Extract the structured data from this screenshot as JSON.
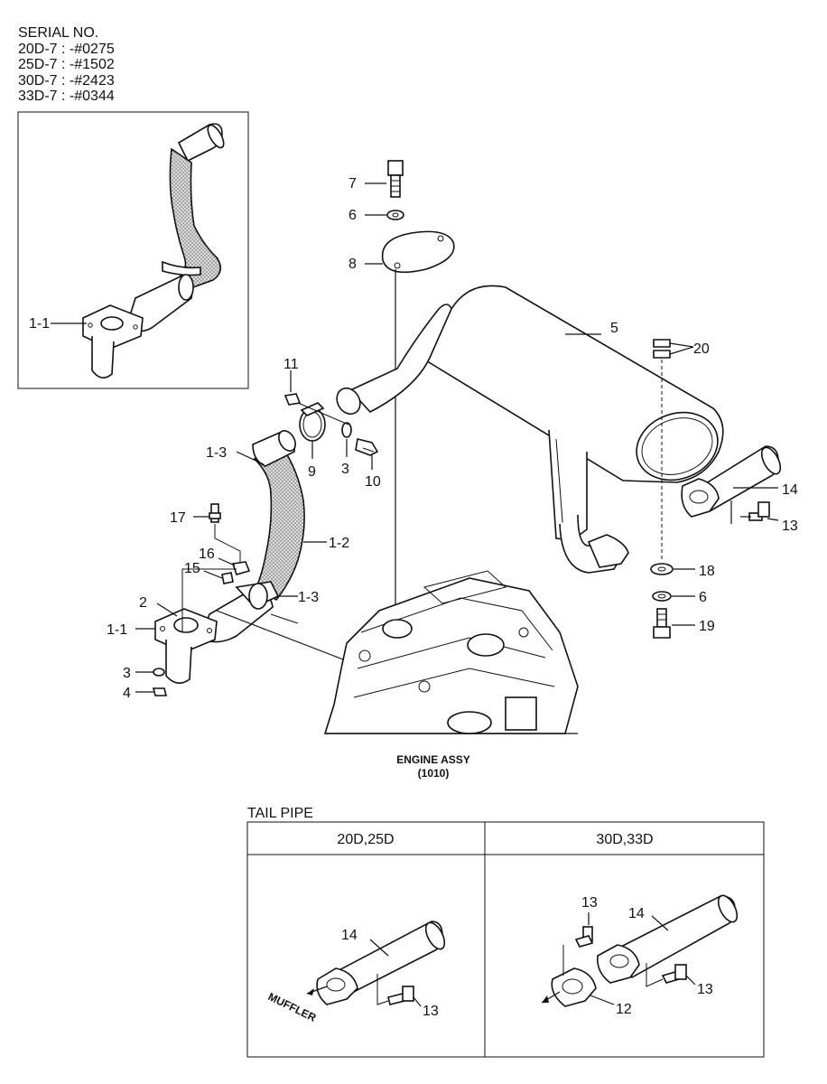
{
  "serial": {
    "title": "SERIAL NO.",
    "lines": [
      "20D-7 : -#0275",
      "25D-7 : -#1502",
      "30D-7 : -#2423",
      "33D-7 : -#0344"
    ]
  },
  "callouts": {
    "c1_1_inset": "1-1",
    "c7": "7",
    "c6_top": "6",
    "c8": "8",
    "c5": "5",
    "c20": "20",
    "c11": "11",
    "c1_3_top": "1-3",
    "c9": "9",
    "c3_mid": "3",
    "c10": "10",
    "c14_main": "14",
    "c13_main": "13",
    "c17": "17",
    "c1_2": "1-2",
    "c16": "16",
    "c15": "15",
    "c2": "2",
    "c1_3_low": "1-3",
    "c1_1": "1-1",
    "c3_low": "3",
    "c4": "4",
    "c18": "18",
    "c6_low": "6",
    "c19": "19"
  },
  "engine": {
    "line1": "ENGINE ASSY",
    "line2": "(1010)"
  },
  "tail_pipe": {
    "title": "TAIL PIPE",
    "col_left": "20D,25D",
    "col_right": "30D,33D",
    "left": {
      "c14": "14",
      "c13": "13",
      "muffler": "MUFFLER"
    },
    "right": {
      "c13_top": "13",
      "c14": "14",
      "c13": "13",
      "c12": "12"
    }
  }
}
